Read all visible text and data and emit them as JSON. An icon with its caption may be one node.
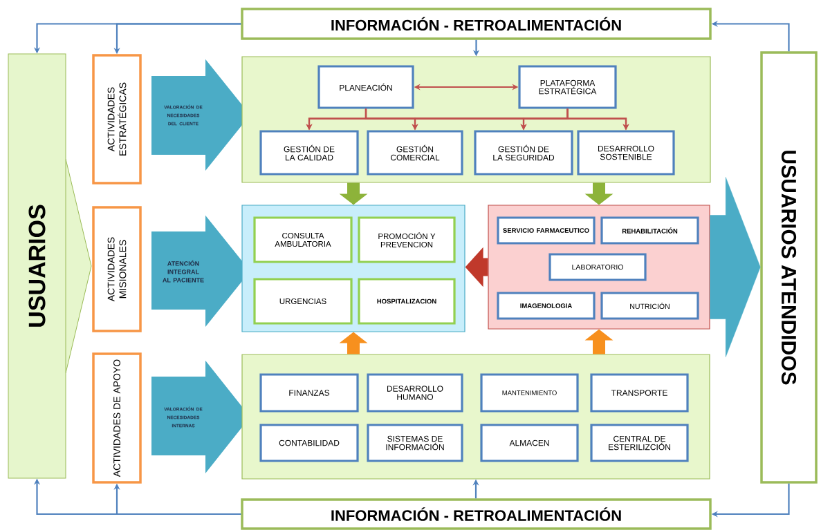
{
  "diagram": {
    "nodes": [
      {
        "text": [
          "INFORMACIÓN - RETROALIMENTACIÓN"
        ]
      },
      {
        "text": [
          "USUARIOS"
        ]
      },
      {
        "text": [
          "ACTIVIDADES ESTRATÉGICAS"
        ]
      },
      {
        "text": [
          "VALORACIÓN DE NECESIDADES DEL CLIENTE"
        ]
      },
      {
        "text": [],
        "shape": "box"
      },
      {
        "text": [
          "PLANEACIÓN"
        ],
        "in": 4
      },
      {
        "text": [
          "PLATAFORMA ESTRATÉGICA"
        ],
        "in": 4
      },
      {
        "text": [
          "GESTIÓN DE LA CALIDAD"
        ],
        "in": 4
      },
      {
        "text": [
          "GESTIÓN COMERCIAL"
        ],
        "in": 4
      },
      {
        "text": [
          "GESTIÓN DE LA SEGURIDAD"
        ],
        "in": 4
      },
      {
        "text": [
          "DESARROLLO SOSTENIBLE"
        ],
        "in": 4
      },
      {
        "text": [
          "USUARIOS ATENDIDOS"
        ]
      },
      {
        "text": [
          "ACTIVIDADES MISIONALES"
        ]
      },
      {
        "text": [
          "ATENCIÓN INTEGRAL AL PACIENTE"
        ]
      },
      {
        "text": [],
        "shape": "box"
      },
      {
        "text": [
          "CONSULTA AMBULATORIA"
        ],
        "in": 14
      },
      {
        "text": [
          "PROMOCIÓN Y PREVENCION"
        ],
        "in": 14
      },
      {
        "text": [
          "URGENCIAS"
        ],
        "in": 14
      },
      {
        "text": [
          "HOSPITALIZACION"
        ],
        "in": 14
      },
      {
        "text": [],
        "shape": "box"
      },
      {
        "text": [
          "SERVICIO FARMACEUTICO"
        ],
        "in": 19
      },
      {
        "text": [
          "REHABILITACIÓN"
        ],
        "in": 19
      },
      {
        "text": [
          "LABORATORIO"
        ],
        "in": 19
      },
      {
        "text": [
          "IMAGENOLOGIA"
        ],
        "in": 19
      },
      {
        "text": [
          "NUTRICIÓN"
        ],
        "in": 19
      },
      {
        "text": [
          "ACTIVIDADES DE APOYO"
        ]
      },
      {
        "text": [
          "VALORACIÓN DE NECESIDADES INTERNAS"
        ]
      },
      {
        "text": [],
        "shape": "box"
      },
      {
        "text": [
          "FINANZAS"
        ],
        "in": 27
      },
      {
        "text": [
          "DESARROLLO HUMANO"
        ],
        "in": 27
      },
      {
        "text": [
          "MANTENIMIENTO"
        ],
        "in": 27
      },
      {
        "text": [
          "TRANSPORTE"
        ],
        "in": 27
      },
      {
        "text": [
          "CONTABILIDAD"
        ],
        "in": 27
      },
      {
        "text": [
          "SISTEMAS DE INFORMACIÓN"
        ],
        "in": 27
      },
      {
        "text": [
          "ALMACEN"
        ],
        "in": 27
      },
      {
        "text": [
          "CENTRAL DE ESTERILIZCIÓN"
        ],
        "in": 27
      },
      {
        "text": [
          "INFORMACIÓN - RETROALIMENTACIÓN"
        ]
      }
    ],
    "edges": [
      {
        "from": 0,
        "to": 1,
        "arrow": "to",
        "color": "#4f81bd"
      },
      {
        "from": 0,
        "to": 2,
        "arrow": "to",
        "color": "#4f81bd"
      },
      {
        "from": 0,
        "to": 4,
        "arrow": "to",
        "color": "#4f81bd"
      },
      {
        "from": 11,
        "to": 0,
        "arrow": "to",
        "color": "#4f81bd"
      },
      {
        "from": 36,
        "to": 1,
        "arrow": "to",
        "color": "#4f81bd"
      },
      {
        "from": 36,
        "to": 25,
        "arrow": "to",
        "color": "#4f81bd"
      },
      {
        "from": 36,
        "to": 27,
        "arrow": "to",
        "color": "#4f81bd"
      },
      {
        "from": 11,
        "to": 36,
        "arrow": "to",
        "color": "#4f81bd"
      },
      {
        "from": 5,
        "to": 6,
        "arrow": "both"
      },
      {
        "from": 5,
        "to": 7,
        "arrow": "to"
      },
      {
        "from": 5,
        "to": 8,
        "arrow": "to"
      },
      {
        "from": 5,
        "to": 9,
        "arrow": "to"
      },
      {
        "from": 5,
        "to": 10,
        "arrow": "to"
      },
      {
        "from": 6,
        "to": 7,
        "arrow": "to"
      },
      {
        "from": 6,
        "to": 8,
        "arrow": "to"
      },
      {
        "from": 6,
        "to": 9,
        "arrow": "to"
      },
      {
        "from": 6,
        "to": 10,
        "arrow": "to"
      },
      {
        "from": 4,
        "to": 14,
        "arrow": "to",
        "style": "thick",
        "color": "#8db33a"
      },
      {
        "from": 4,
        "to": 19,
        "arrow": "to",
        "style": "thick",
        "color": "#8db33a"
      },
      {
        "from": 19,
        "to": 14,
        "arrow": "to",
        "style": "thick",
        "color": "#c0392b"
      },
      {
        "from": 27,
        "to": 14,
        "arrow": "to",
        "style": "thick",
        "color": "#f7901e"
      },
      {
        "from": 27,
        "to": 19,
        "arrow": "to",
        "style": "thick",
        "color": "#f7901e"
      },
      {
        "from": 19,
        "to": 11,
        "arrow": "to",
        "style": "thick",
        "color": "#4bacc6"
      }
    ]
  }
}
